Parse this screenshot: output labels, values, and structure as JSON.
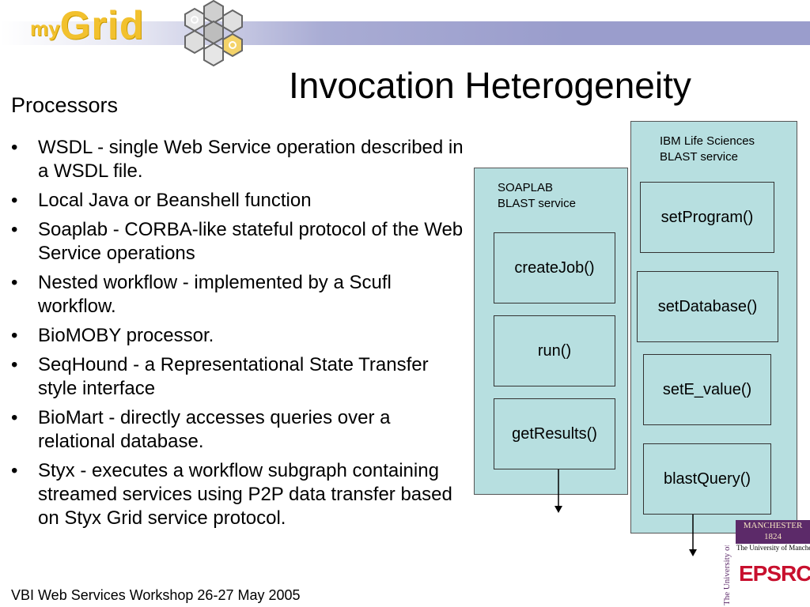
{
  "header": {
    "logo_my": "my",
    "logo_grid": "Grid",
    "title": "Invocation Heterogeneity"
  },
  "content": {
    "subtitle": "Processors",
    "bullets": [
      "WSDL - single Web Service operation described in a WSDL file.",
      "Local Java or Beanshell function",
      "Soaplab - CORBA-like stateful protocol of the Web Service operations",
      "Nested workflow - implemented by a Scufl workflow.",
      "BioMOBY processor.",
      "SeqHound - a Representational State Transfer style interface",
      "BioMart - directly accesses queries over a relational database.",
      "Styx - executes a workflow subgraph containing streamed services using P2P data transfer based on Styx Grid service protocol."
    ]
  },
  "diagram": {
    "soaplab": {
      "label_line1": "SOAPLAB",
      "label_line2": "BLAST service",
      "ops": [
        "createJob()",
        "run()",
        "getResults()"
      ]
    },
    "ibm": {
      "label_line1": "IBM Life Sciences",
      "label_line2": "BLAST service",
      "ops": [
        "setProgram()",
        "setDatabase()",
        "setE_value()",
        "blastQuery()"
      ]
    }
  },
  "footer": {
    "text": "VBI Web Services Workshop 26-27 May 2005"
  },
  "logos": {
    "manchester_crest": "MANCHESTER 1824",
    "manchester_caption": "The University of Manchester",
    "manchester_vertical": "The University of Manchester",
    "epsrc": "EPSRC"
  },
  "colors": {
    "panel_fill": "#b7dfe0",
    "logo_yellow": "#f2c12e",
    "band_blue": "#9a9dcc",
    "manchester_purple": "#5c2a69",
    "epsrc_red": "#c8102e"
  }
}
